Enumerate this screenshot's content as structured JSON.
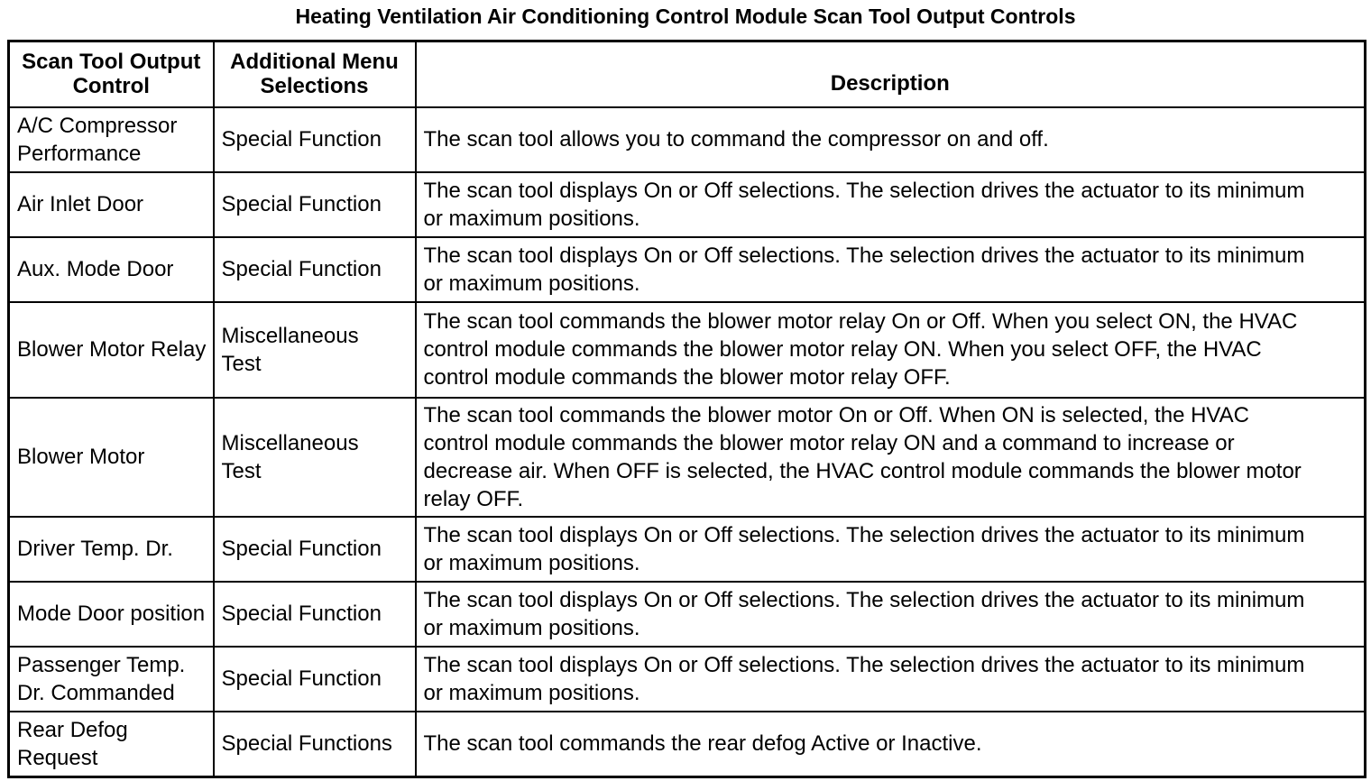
{
  "title": "Heating Ventilation Air Conditioning Control Module Scan Tool Output Controls",
  "colors": {
    "border": "#000000",
    "text": "#000000",
    "background": "#ffffff"
  },
  "table": {
    "columns": {
      "control": "Scan Tool Output Control",
      "menu": "Additional Menu Selections",
      "description": "Description"
    },
    "rows": [
      {
        "control": "A/C Compressor Performance",
        "menu": "Special Function",
        "description": "The scan tool allows you to command the compressor on and off."
      },
      {
        "control": "Air Inlet Door",
        "menu": "Special Function",
        "description": "The scan tool displays On or Off selections. The selection drives the actuator to its minimum or maximum positions."
      },
      {
        "control": "Aux. Mode Door",
        "menu": "Special Function",
        "description": "The scan tool displays On or Off selections. The selection drives the actuator to its minimum or maximum positions."
      },
      {
        "control": "Blower Motor Relay",
        "menu": "Miscellaneous Test",
        "description": "The scan tool commands the blower motor relay On or Off. When you select ON, the HVAC control module commands the blower motor relay ON. When you select OFF, the HVAC control module commands the blower motor relay OFF."
      },
      {
        "control": "Blower Motor",
        "menu": "Miscellaneous Test",
        "description": "The scan tool commands the blower motor On or Off. When ON is selected, the HVAC control module commands the blower motor relay ON and a command to increase or decrease air. When OFF is selected, the HVAC control module commands the blower motor relay OFF."
      },
      {
        "control": "Driver Temp. Dr.",
        "menu": "Special Function",
        "description": "The scan tool displays On or Off selections. The selection drives the actuator to its minimum or maximum positions."
      },
      {
        "control": "Mode Door position",
        "menu": "Special Function",
        "description": "The scan tool displays On or Off selections. The selection drives the actuator to its minimum or maximum positions."
      },
      {
        "control": "Passenger Temp. Dr. Commanded",
        "menu": "Special Function",
        "description": "The scan tool displays On or Off selections. The selection drives the actuator to its minimum or maximum positions."
      },
      {
        "control": "Rear Defog Request",
        "menu": "Special Functions",
        "description": "The scan tool commands the rear defog Active or Inactive."
      }
    ]
  }
}
